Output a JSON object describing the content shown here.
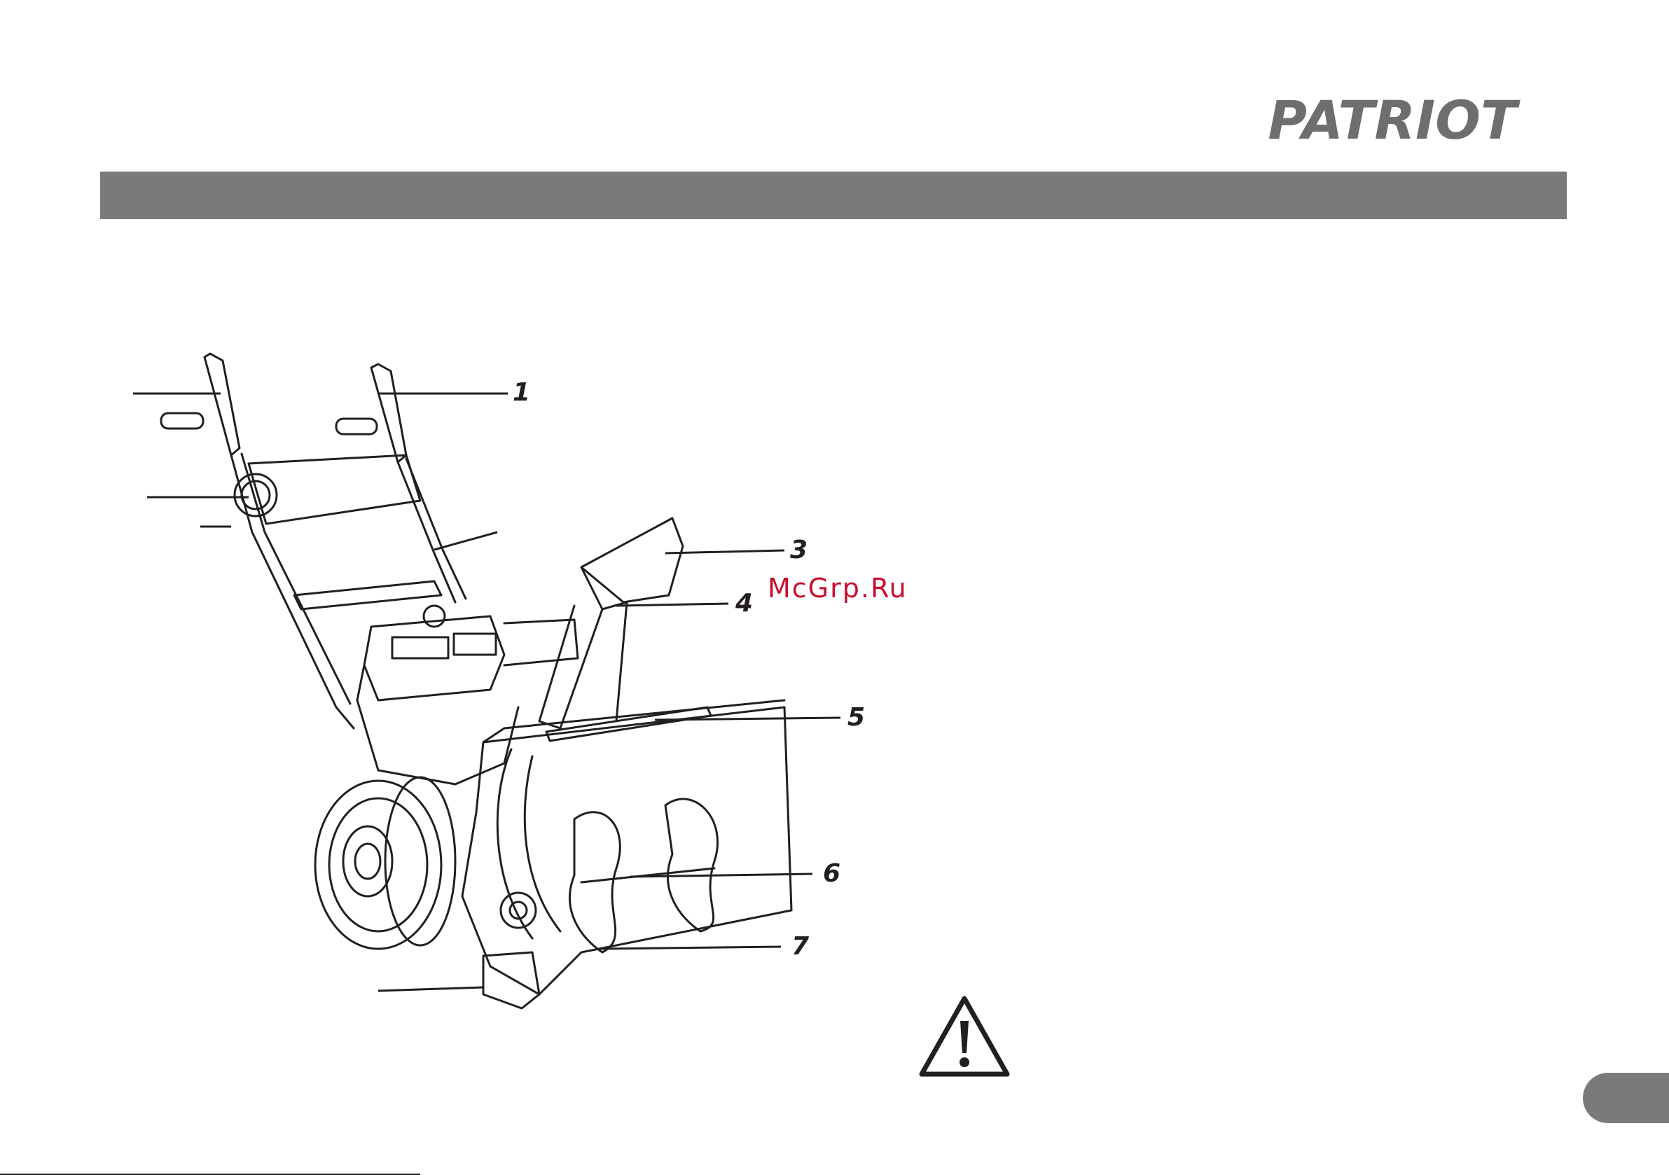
{
  "header": {
    "brand": "PATRIOT"
  },
  "watermark": "McGrp.Ru",
  "callouts": [
    {
      "label": "1"
    },
    {
      "label": "3"
    },
    {
      "label": "4"
    },
    {
      "label": "5"
    },
    {
      "label": "6"
    },
    {
      "label": "7"
    }
  ],
  "icons": {
    "warning": "warning-triangle-icon"
  },
  "colors": {
    "bar": "#7b7a7b",
    "watermark": "#c8102e",
    "ink": "#231f20"
  }
}
